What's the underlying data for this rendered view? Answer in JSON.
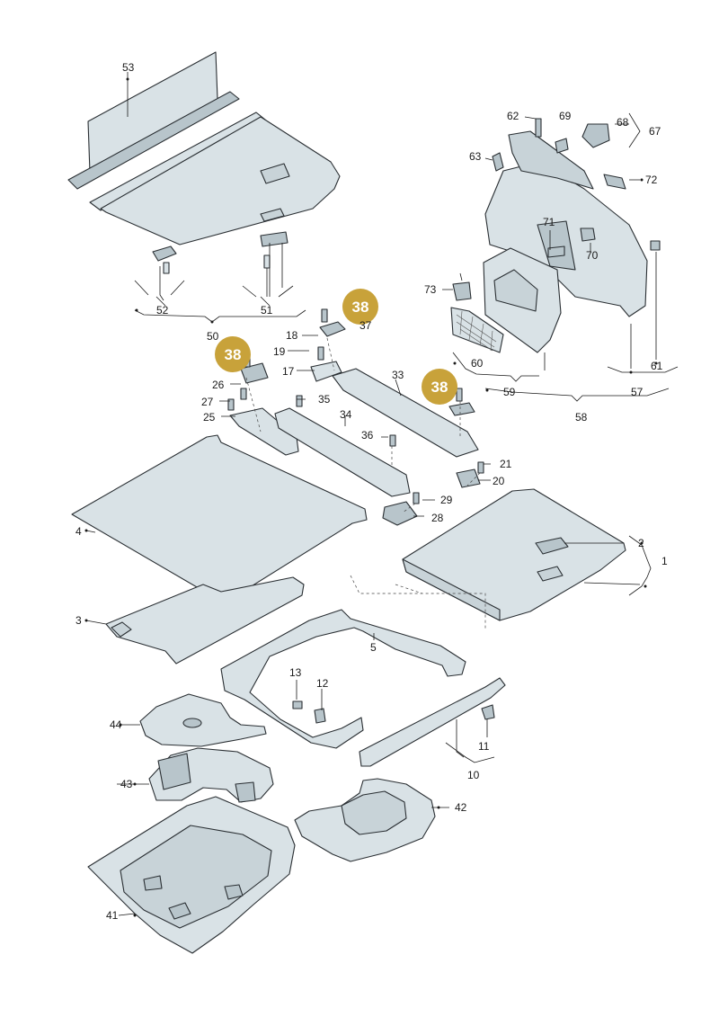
{
  "labels": {
    "l1": "1",
    "l2": "2",
    "l3": "3",
    "l4": "4",
    "l5": "5",
    "l10": "10",
    "l11": "11",
    "l12": "12",
    "l13": "13",
    "l17": "17",
    "l18": "18",
    "l19": "19",
    "l20": "20",
    "l21": "21",
    "l25": "25",
    "l26": "26",
    "l27": "27",
    "l28": "28",
    "l29": "29",
    "l33": "33",
    "l34": "34",
    "l35": "35",
    "l36": "36",
    "l37": "37",
    "l41": "41",
    "l42": "42",
    "l43": "43",
    "l44": "44",
    "l50": "50",
    "l51": "51",
    "l52": "52",
    "l53": "53",
    "l57": "57",
    "l58": "58",
    "l59": "59",
    "l60": "60",
    "l61": "61",
    "l62": "62",
    "l63": "63",
    "l67": "67",
    "l68": "68",
    "l69": "69",
    "l70": "70",
    "l71": "71",
    "l72": "72",
    "l73": "73"
  },
  "badges": {
    "b1": "38",
    "b2": "38",
    "b3": "38"
  },
  "colors": {
    "badge": "#c8a23a",
    "part_fill": "#d9e2e6",
    "outline": "#2a2f33"
  }
}
